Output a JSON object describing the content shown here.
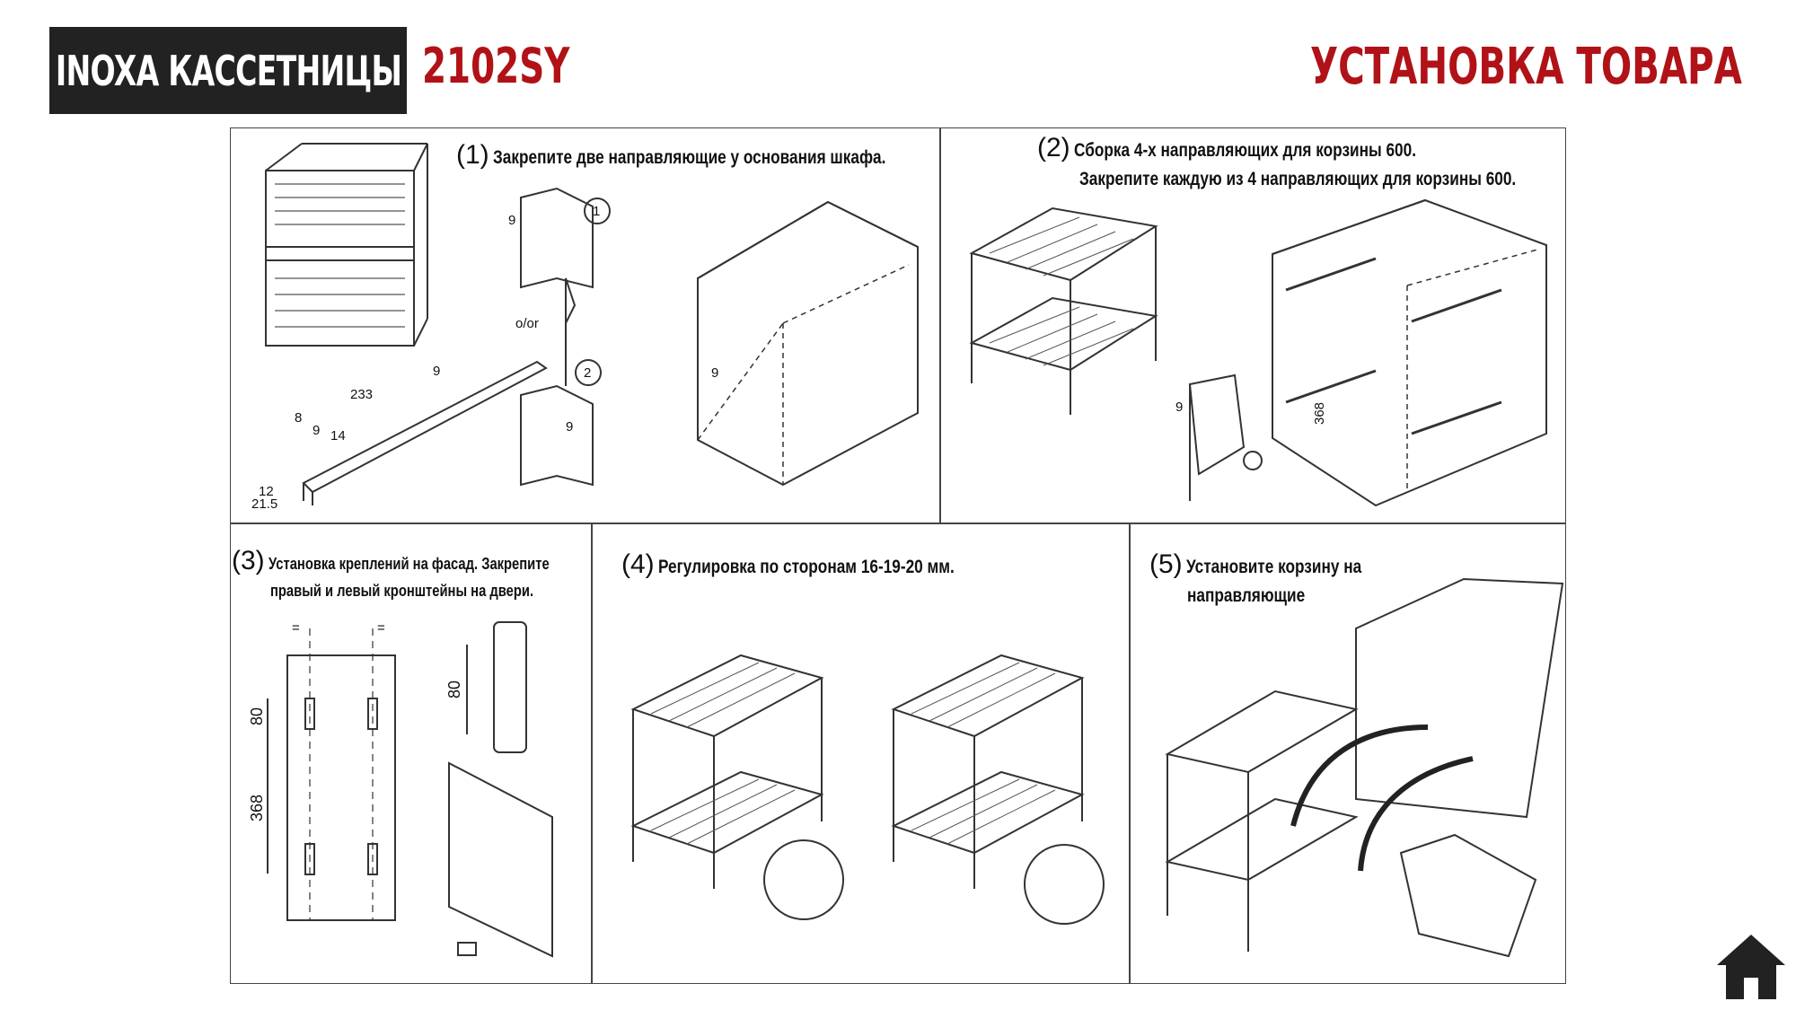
{
  "header": {
    "brand": "INOXA КАССЕТНИЦЫ",
    "model": "2102SY",
    "title": "УСТАНОВКА ТОВАРА"
  },
  "colors": {
    "accent": "#b01217",
    "brand_bg": "#222222",
    "line": "#444444"
  },
  "steps": [
    {
      "num": "(1)",
      "text": "Закрепите две направляющие у основания шкафа."
    },
    {
      "num": "(2)",
      "text": "Сборка 4-х направляющих для корзины 600.",
      "text2": "Закрепите каждую из 4 направляющих для корзины 600."
    },
    {
      "num": "(3)",
      "text": "Установка креплений на фасад. Закрепите",
      "text2": "правый и левый кронштейны на двери."
    },
    {
      "num": "(4)",
      "text": "Регулировка по сторонам 16-19-20 мм."
    },
    {
      "num": "(5)",
      "text": "Установите корзину на",
      "text2": "направляющие"
    }
  ],
  "dimensions": {
    "d233": "233",
    "d9": "9",
    "d8": "8",
    "d14": "14",
    "d12": "12",
    "d21_5": "21.5",
    "d368": "368",
    "d80": "80",
    "d80b": "80",
    "d368b": "368",
    "eq": "=",
    "or": "o/or",
    "c1": "1",
    "c2": "2"
  },
  "icons": {
    "home": "home-icon",
    "basket": "wire-basket-illustration",
    "cabinet": "cabinet-illustration",
    "screwdriver": "screwdriver-icon",
    "arrow": "arrow-icon"
  }
}
